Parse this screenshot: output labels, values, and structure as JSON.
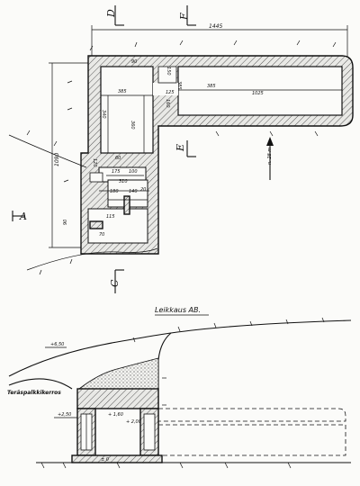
{
  "plan": {
    "markers": {
      "D": "D",
      "F": "F",
      "E": "E",
      "C": "C",
      "A": "A"
    },
    "dims": {
      "overall_width": "1445",
      "overall_height": "1090",
      "d340": "340",
      "d385a": "385",
      "d385b": "385",
      "d1025": "1025",
      "d360": "360",
      "d150": "150",
      "d125": "125",
      "d160": "160",
      "d90": "90",
      "d175": "175",
      "d100": "100",
      "d310": "310",
      "d180": "180",
      "d140": "140",
      "d20": "20",
      "d115": "115",
      "d70": "70",
      "d150b": "150",
      "d120": "120",
      "d60": "60"
    },
    "north_label": "n. 28 m"
  },
  "section": {
    "title": "Leikkaus AB.",
    "label_roof": "Teräspalkkikerros",
    "elev_top": "+6,50",
    "elev_slab": "+2,50",
    "elev_floor_a": "+ 2,00",
    "elev_floor_b": "+ 1,60",
    "elev_bottom": "± 0"
  }
}
